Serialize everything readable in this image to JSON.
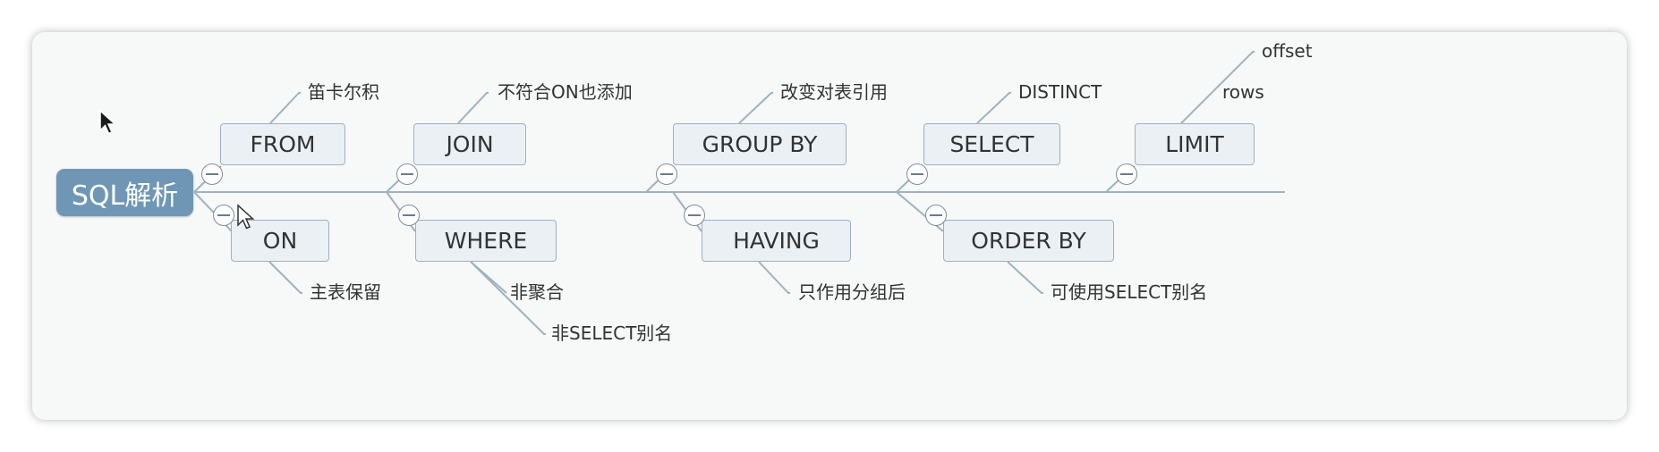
{
  "diagram": {
    "root": "SQL解析",
    "clauses": [
      {
        "id": "from",
        "label": "FROM",
        "notes": [
          "笛卡尔积"
        ]
      },
      {
        "id": "on",
        "label": "ON",
        "notes": [
          "主表保留"
        ]
      },
      {
        "id": "join",
        "label": "JOIN",
        "notes": [
          "不符合ON也添加"
        ]
      },
      {
        "id": "where",
        "label": "WHERE",
        "notes": [
          "非聚合",
          "非SELECT别名"
        ]
      },
      {
        "id": "group-by",
        "label": "GROUP BY",
        "notes": [
          "改变对表引用"
        ]
      },
      {
        "id": "having",
        "label": "HAVING",
        "notes": [
          "只作用分组后"
        ]
      },
      {
        "id": "select",
        "label": "SELECT",
        "notes": [
          "DISTINCT"
        ]
      },
      {
        "id": "order-by",
        "label": "ORDER BY",
        "notes": [
          "可使用SELECT别名"
        ]
      },
      {
        "id": "limit",
        "label": "LIMIT",
        "notes": [
          "offset",
          "rows"
        ]
      }
    ]
  },
  "colors": {
    "root_fill": "#6f97b5",
    "node_fill": "#eaf0f4",
    "node_border": "#9fb0bf",
    "connector": "#9fb2c2",
    "canvas": "#f6f9f7"
  }
}
